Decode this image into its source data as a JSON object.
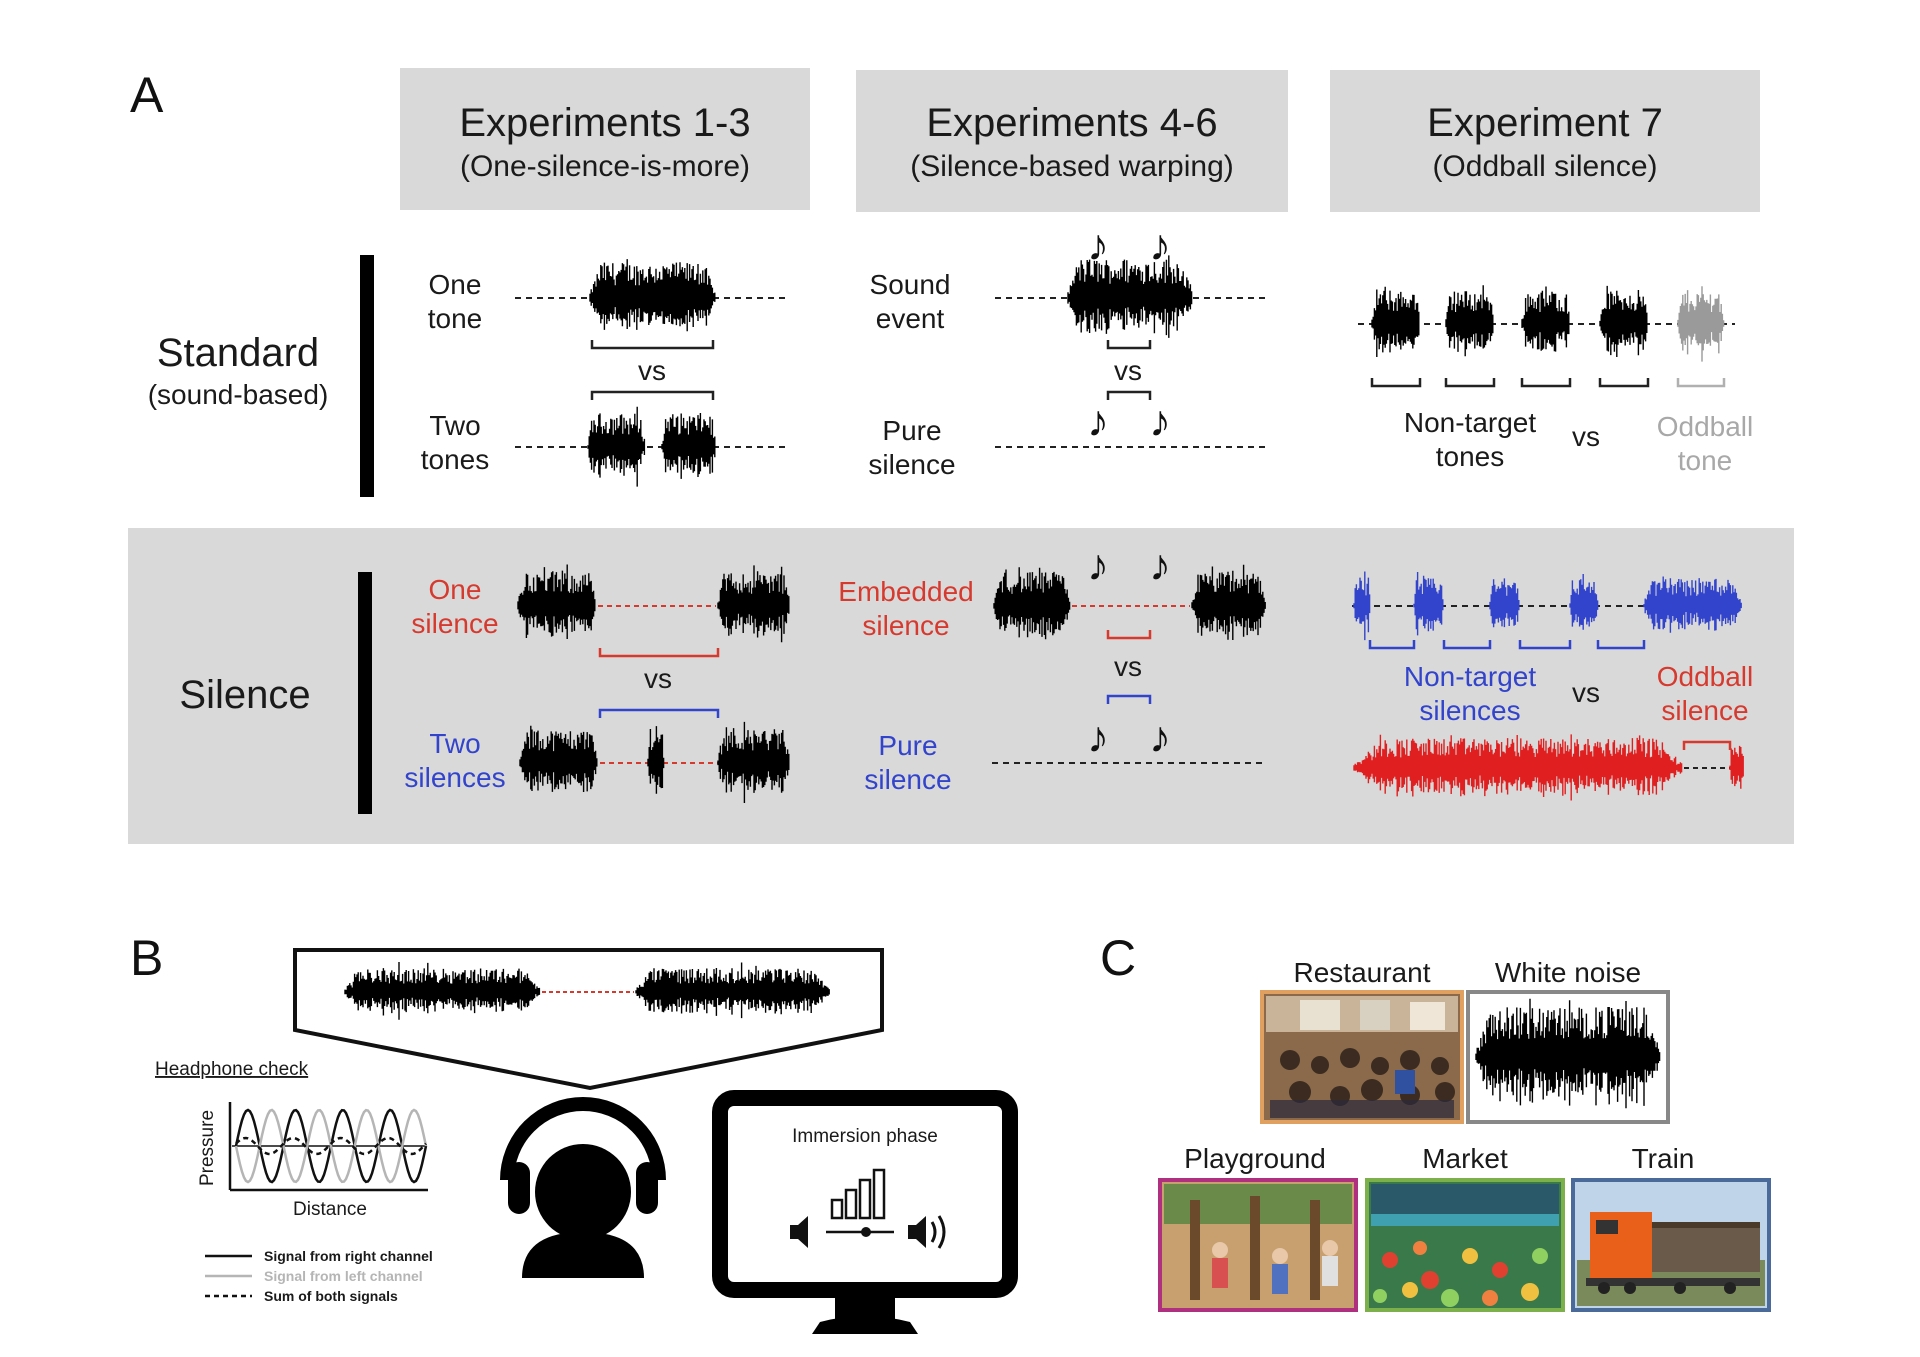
{
  "panel_labels": {
    "a": "A",
    "b": "B",
    "c": "C"
  },
  "headers": [
    {
      "title": "Experiments 1-3",
      "subtitle": "(One-silence-is-more)"
    },
    {
      "title": "Experiments 4-6",
      "subtitle": "(Silence-based warping)"
    },
    {
      "title": "Experiment 7",
      "subtitle": "(Oddball silence)"
    }
  ],
  "rows": {
    "standard": {
      "title": "Standard",
      "subtitle": "(sound-based)"
    },
    "silence": {
      "title": "Silence"
    }
  },
  "labels": {
    "one_tone": [
      "One",
      "tone"
    ],
    "two_tones": [
      "Two",
      "tones"
    ],
    "sound_event": [
      "Sound",
      "event"
    ],
    "pure_silence": [
      "Pure",
      "silence"
    ],
    "non_target_tones": [
      "Non-target",
      "tones"
    ],
    "oddball_tone": [
      "Oddball",
      "tone"
    ],
    "one_silence": [
      "One",
      "silence"
    ],
    "two_silences": [
      "Two",
      "silences"
    ],
    "embedded_silence": [
      "Embedded",
      "silence"
    ],
    "pure_silence_2": [
      "Pure",
      "silence"
    ],
    "non_target_silences": [
      "Non-target",
      "silences"
    ],
    "oddball_silence": [
      "Oddball",
      "silence"
    ],
    "vs": "vs"
  },
  "panel_b": {
    "headphone_check": "Headphone check",
    "ylabel": "Pressure",
    "xlabel": "Distance",
    "legend": [
      "Signal from right channel",
      "Signal from left channel",
      "Sum of both signals"
    ],
    "screen_title": "Immersion phase"
  },
  "panel_c": {
    "scenes": [
      "Restaurant",
      "White noise",
      "Playground",
      "Market",
      "Train"
    ]
  },
  "colors": {
    "red": "#d63a2f",
    "blue": "#3344cc",
    "grey": "#a8a8a8",
    "panel_bg": "#d9d9d9",
    "restaurant_border": "#e0a060",
    "playground_border": "#b03080",
    "market_border": "#7bb04a",
    "train_border": "#4a6a9a"
  },
  "icons": [
    "music-note-icon",
    "headphones-person-icon",
    "monitor-icon",
    "speaker-icon",
    "volume-bars-icon"
  ]
}
